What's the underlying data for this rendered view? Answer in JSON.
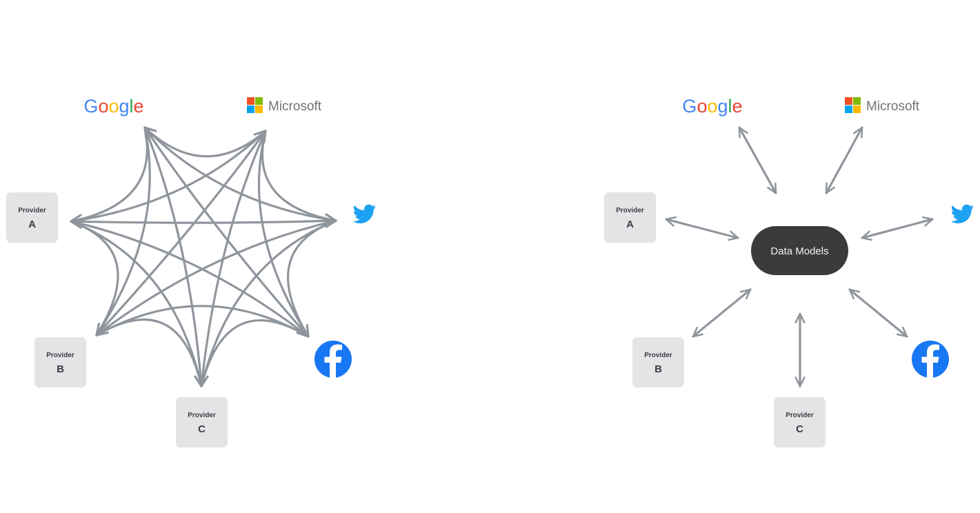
{
  "colors": {
    "edge": "#8f959c",
    "provider_box": "#e3e4e6",
    "hub": "#3b3b3b",
    "twitter": "#1da1f2",
    "facebook": "#1877f2",
    "google_blue": "#4285f4",
    "google_red": "#ea4335",
    "google_yellow": "#fbbc05",
    "google_green": "#34a853",
    "ms_red": "#f25022",
    "ms_green": "#7fba00",
    "ms_blue": "#00a4ef",
    "ms_yellow": "#ffb900"
  },
  "left_diagram": {
    "nodes": {
      "google": {
        "wordmark": [
          "G",
          "o",
          "o",
          "g",
          "l",
          "e"
        ]
      },
      "microsoft": {
        "label": "Microsoft"
      },
      "twitter": {
        "icon": "twitter-bird-icon"
      },
      "facebook": {
        "icon": "facebook-f-icon"
      },
      "provider_a": {
        "title": "Provider",
        "letter": "A"
      },
      "provider_b": {
        "title": "Provider",
        "letter": "B"
      },
      "provider_c": {
        "title": "Provider",
        "letter": "C"
      }
    }
  },
  "right_diagram": {
    "hub": {
      "label": "Data Models"
    },
    "nodes": {
      "google": {
        "wordmark": [
          "G",
          "o",
          "o",
          "g",
          "l",
          "e"
        ]
      },
      "microsoft": {
        "label": "Microsoft"
      },
      "twitter": {
        "icon": "twitter-bird-icon"
      },
      "facebook": {
        "icon": "facebook-f-icon"
      },
      "provider_a": {
        "title": "Provider",
        "letter": "A"
      },
      "provider_b": {
        "title": "Provider",
        "letter": "B"
      },
      "provider_c": {
        "title": "Provider",
        "letter": "C"
      }
    }
  }
}
